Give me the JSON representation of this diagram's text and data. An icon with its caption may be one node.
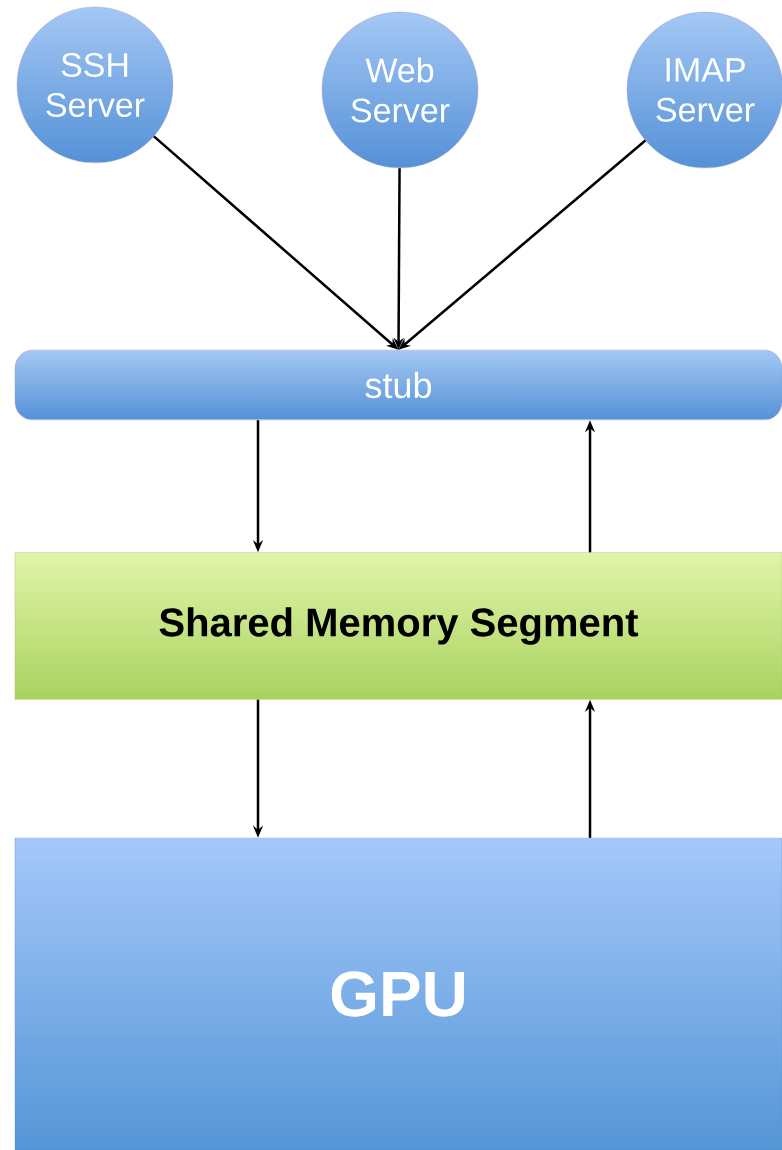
{
  "diagram": {
    "nodes": [
      {
        "text": [
          "SSH Server"
        ]
      },
      {
        "text": [
          "Web Server"
        ]
      },
      {
        "text": [
          "IMAP Server"
        ]
      },
      {
        "text": [
          "stub"
        ]
      },
      {
        "text": [
          "Shared Memory Segment"
        ]
      },
      {
        "text": [
          "GPU"
        ]
      }
    ],
    "edges": [
      {
        "from": 0,
        "to": 3,
        "arrow": "to"
      },
      {
        "from": 1,
        "to": 3,
        "arrow": "to"
      },
      {
        "from": 2,
        "to": 3,
        "arrow": "to"
      },
      {
        "from": 3,
        "to": 4,
        "arrow": "to"
      },
      {
        "from": 4,
        "to": 3,
        "arrow": "to"
      },
      {
        "from": 4,
        "to": 5,
        "arrow": "to"
      },
      {
        "from": 5,
        "to": 4,
        "arrow": "to"
      }
    ]
  }
}
